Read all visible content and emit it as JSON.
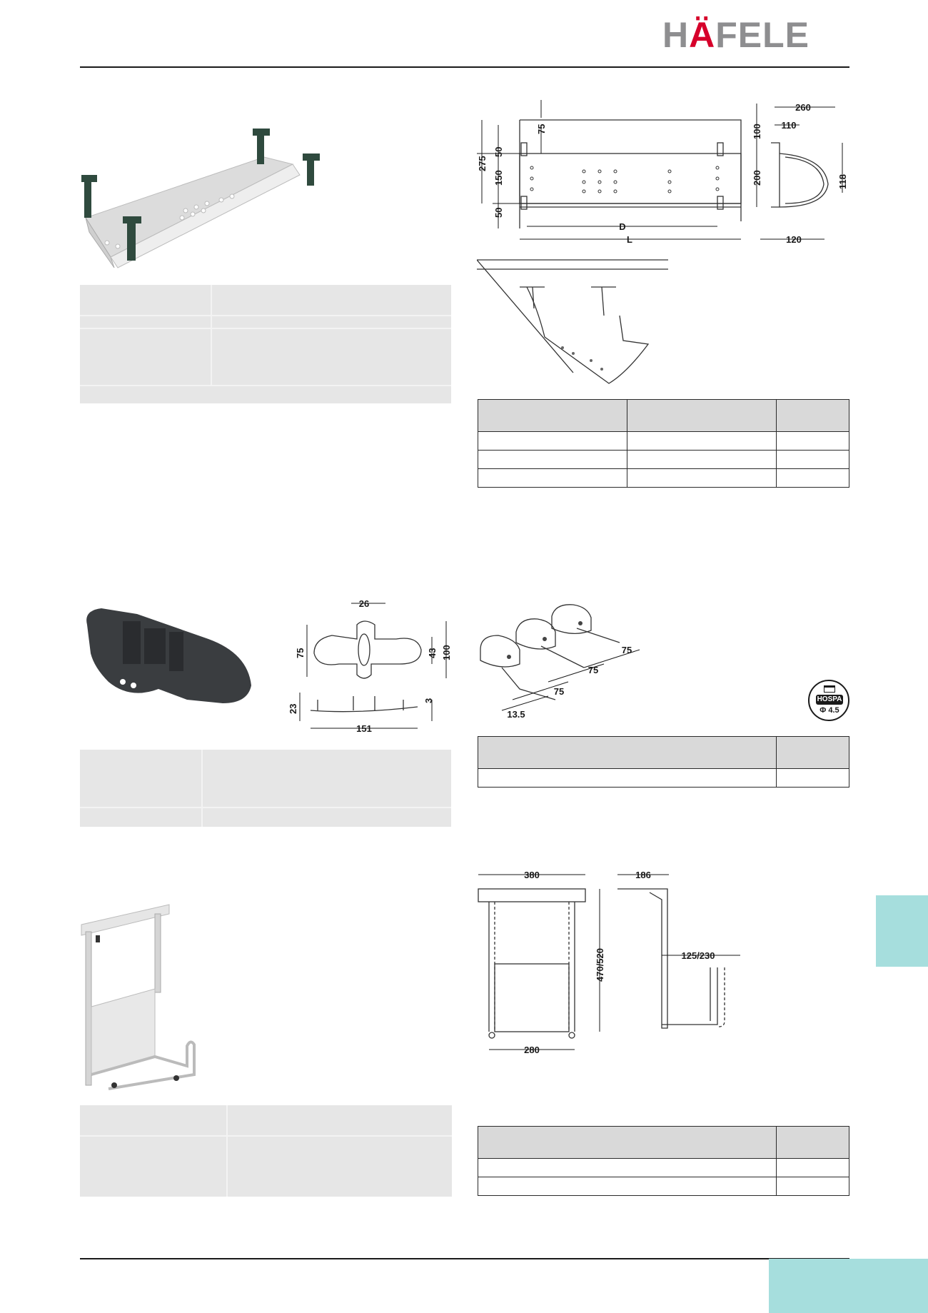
{
  "header": {
    "brand": {
      "prefix": "H",
      "accent": "Ä",
      "suffix": "FELE"
    },
    "colors": {
      "brand_gray": "#8e8e90",
      "brand_red": "#d6002a",
      "tab_teal": "#a6dedd",
      "panel_gray": "#e6e6e6"
    }
  },
  "drawings": {
    "tray": {
      "top_dims": [
        "75",
        "275",
        "50",
        "150",
        "50",
        "D",
        "L"
      ],
      "side_dims": [
        "260",
        "110",
        "100",
        "200",
        "118",
        "120"
      ]
    },
    "clip": {
      "dims": [
        "26",
        "75",
        "43",
        "100",
        "23",
        "3",
        "151"
      ]
    },
    "clip_row": {
      "dims": [
        "75",
        "75",
        "75",
        "13.5"
      ],
      "badge": {
        "brand": "HOSPA",
        "size": "Φ 4.5"
      }
    },
    "cpu_holder": {
      "dims": [
        "380",
        "186",
        "470/520",
        "125/230",
        "280"
      ]
    }
  },
  "icons": [
    "hafele-logo",
    "hospa-screw-badge"
  ]
}
